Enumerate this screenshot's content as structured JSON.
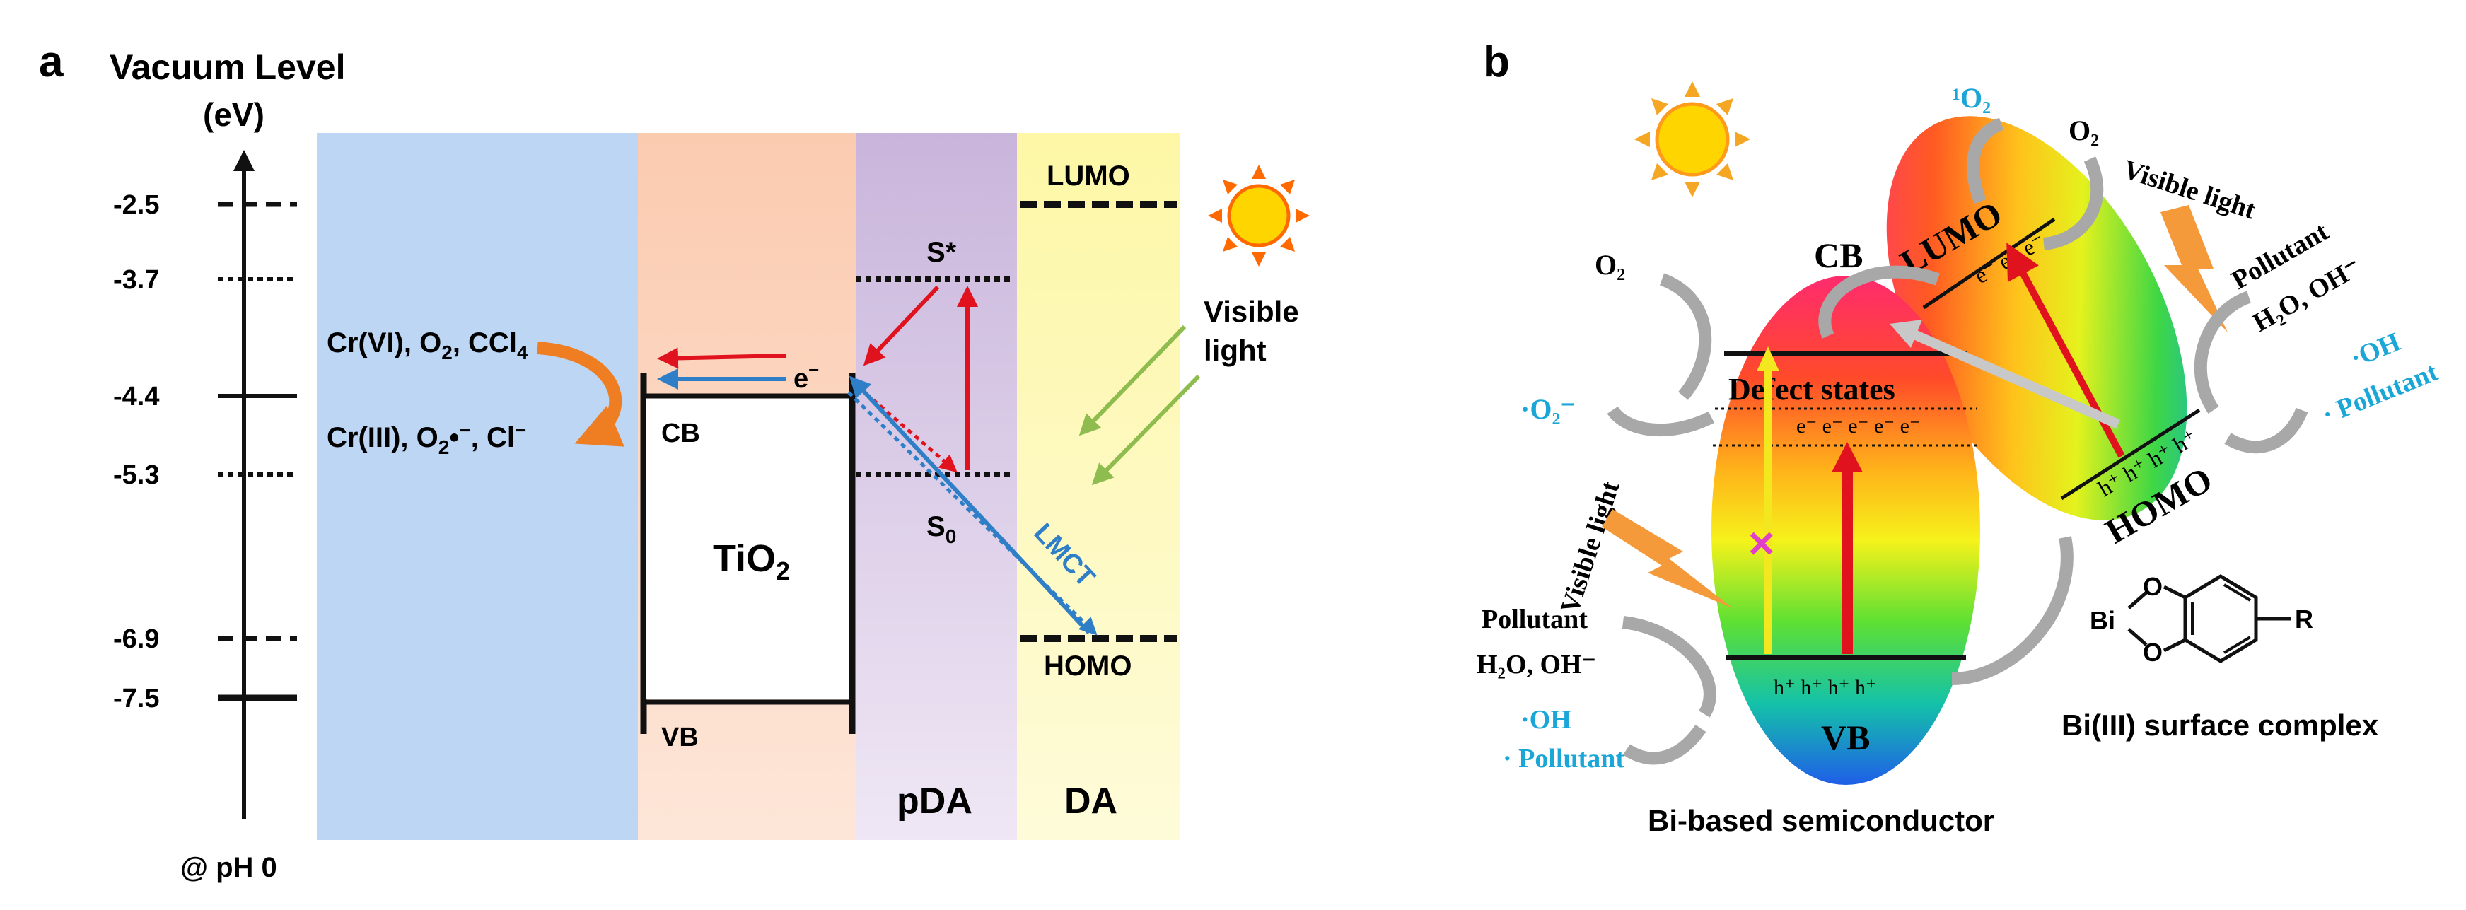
{
  "panel_a": {
    "label": "a",
    "axis_title_line1": "Vacuum Level",
    "axis_title_line2": "(eV)",
    "footnote": "@ pH 0",
    "ticks": [
      "-2.5",
      "-3.7",
      "-4.4",
      "-5.3",
      "-6.9",
      "-7.5"
    ],
    "tio2": "TiO",
    "tio2_sub": "2",
    "cb": "CB",
    "vb": "VB",
    "electron": "e",
    "electron_sup": "−",
    "s_star": "S*",
    "s0": "S",
    "s0_sub": "0",
    "lmct": "LMCT",
    "lumo": "LUMO",
    "homo": "HOMO",
    "pda": "pDA",
    "da": "DA",
    "visible_light_line1": "Visible",
    "visible_light_line2": "light",
    "reactants": {
      "a": "Cr(VI), O",
      "b": "2",
      "c": ", CCl",
      "d": "4"
    },
    "products": {
      "a": "Cr(III), O",
      "b": "2",
      "c": "•",
      "d": "−",
      "e": ", Cl",
      "f": "−"
    },
    "colors": {
      "blue_region": "#bcd6f4",
      "tio2_region": "#fbd3bd",
      "pda_region": "#d6c7e3",
      "da_region": "#fdf8b8",
      "red_arrow": "#e0121d",
      "blue_arrow": "#2f7fc8",
      "orange_arrow": "#ef7d22",
      "green_arrow": "#8fbc4f"
    }
  },
  "panel_b": {
    "label": "b",
    "cb": "CB",
    "vb": "VB",
    "defect_states": "Defect states",
    "electrons": "e⁻ e⁻ e⁻ e⁻ e⁻",
    "holes": "h⁺ h⁺ h⁺ h⁺",
    "lumo": "LUMO",
    "homo": "HOMO",
    "lumo_electrons": "e⁻ e⁻ e⁻",
    "homo_holes": "h⁺ h⁺ h⁺ h⁺",
    "singlet_o2": "¹O₂",
    "o2_top": "O₂",
    "o2_left": "O₂",
    "superoxide": "·O₂⁻",
    "visible_light_right": "Visible light",
    "visible_light_left": "Visible light",
    "pollutant_right": "Pollutant",
    "water_right": "H₂O, OH⁻",
    "oh_right": "·OH",
    "pollutant_product_right": "· Pollutant",
    "pollutant_left": "Pollutant",
    "water_left": "H₂O, OH⁻",
    "oh_left": "·OH",
    "pollutant_product_left": "· Pollutant",
    "cross": "×",
    "semiconductor_caption": "Bi-based semiconductor",
    "complex_caption": "Bi(III) surface complex",
    "complex_bi": "Bi",
    "complex_o1": "O",
    "complex_o2": "O",
    "complex_r": "R",
    "colors": {
      "cyan_text": "#1aa7d8",
      "grey_arrow": "#a8a8a8",
      "red_arrow": "#e0121d",
      "yellow_arrow": "#f3e81f",
      "orange_bolt": "#f59a3a",
      "sun": "#ffd500",
      "sun_rays": "#f5a623"
    }
  }
}
